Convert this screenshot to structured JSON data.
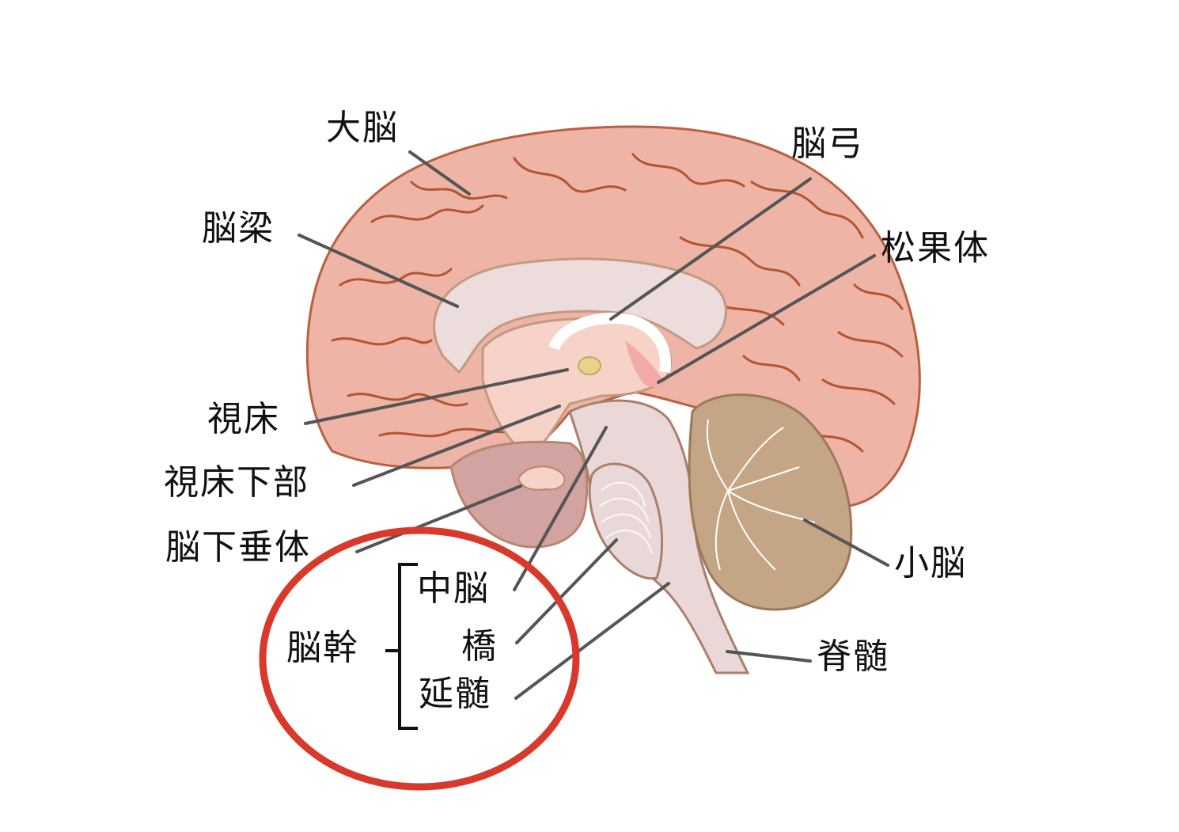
{
  "diagram": {
    "title": "",
    "type": "anatomy-sagittal-brain",
    "colors": {
      "cerebrum_fill": "#eeb4a6",
      "cerebrum_outline": "#b9603f",
      "sulci": "#b3552f",
      "corpus_callosum": "#ecdcdc",
      "inner_fill": "#f6d2c8",
      "brainstem_fill": "#ead8d8",
      "cerebellum_fill": "#c4a585",
      "cerebellum_outline": "#9a7a58",
      "pituitary_region": "#d2a3a0",
      "thalamus_dot": "#e6d48a",
      "leader_line": "#555555",
      "highlight_circle": "#d8392a",
      "text": "#111111"
    },
    "labels": {
      "cerebrum": "大脳",
      "corpus_callosum": "脳梁",
      "fornix": "脳弓",
      "pineal_body": "松果体",
      "thalamus": "視床",
      "hypothalamus": "視床下部",
      "pituitary": "脳下垂体",
      "brainstem": "脳幹",
      "midbrain": "中脳",
      "pons": "橋",
      "medulla": "延髄",
      "cerebellum": "小脳",
      "spinal_cord": "脊髄"
    },
    "annotation": {
      "highlight": "red ellipse around brainstem group (脳幹: 中脳, 橋, 延髄)"
    }
  }
}
